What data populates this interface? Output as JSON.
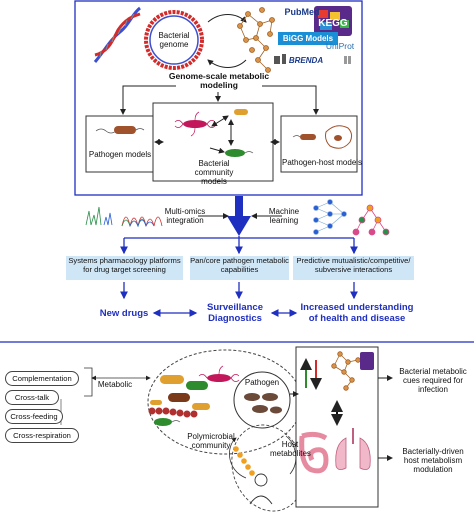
{
  "top": {
    "genome_label": "Bacterial genome",
    "databases": [
      "PubMed",
      "KEGG",
      "BiGG Models",
      "UniProt",
      "BRENDA"
    ],
    "gsm_title": "Genome-scale metabolic modeling",
    "pathogen_models": "Pathogen models",
    "community_models": "Bacterial community models",
    "host_models": "Pathogen-host models"
  },
  "integration": {
    "omics": "Multi-omics integration",
    "ml": "Machine learning"
  },
  "applications": [
    "Systems pharmacology platforms for drug target screening",
    "Pan/core pathogen metabolic capabilities",
    "Predictive mutualistic/competitive/ subversive interactions"
  ],
  "outcomes": {
    "drugs": "New drugs",
    "surveillance": "Surveillance Diagnostics",
    "understanding": "Increased understanding of health and disease"
  },
  "bottom": {
    "interactions": [
      "Complementation",
      "Cross-talk",
      "Cross-feeding",
      "Cross-respiration"
    ],
    "metabolic": "Metabolic",
    "pathogen": "Pathogen",
    "community": "Polymicrobial community",
    "host_metabolites": "Host metabolites",
    "cues": "Bacterial metabolic cues required for infection",
    "modulation": "Bacterially-driven host metabolism modulation"
  },
  "colors": {
    "arrow_blue": "#1f2fbf",
    "box_blue": "#cfe6f7",
    "bigg_blue": "#1a8fd6",
    "dna_red": "#d32a2a",
    "dna_blue": "#3b4fd0"
  }
}
